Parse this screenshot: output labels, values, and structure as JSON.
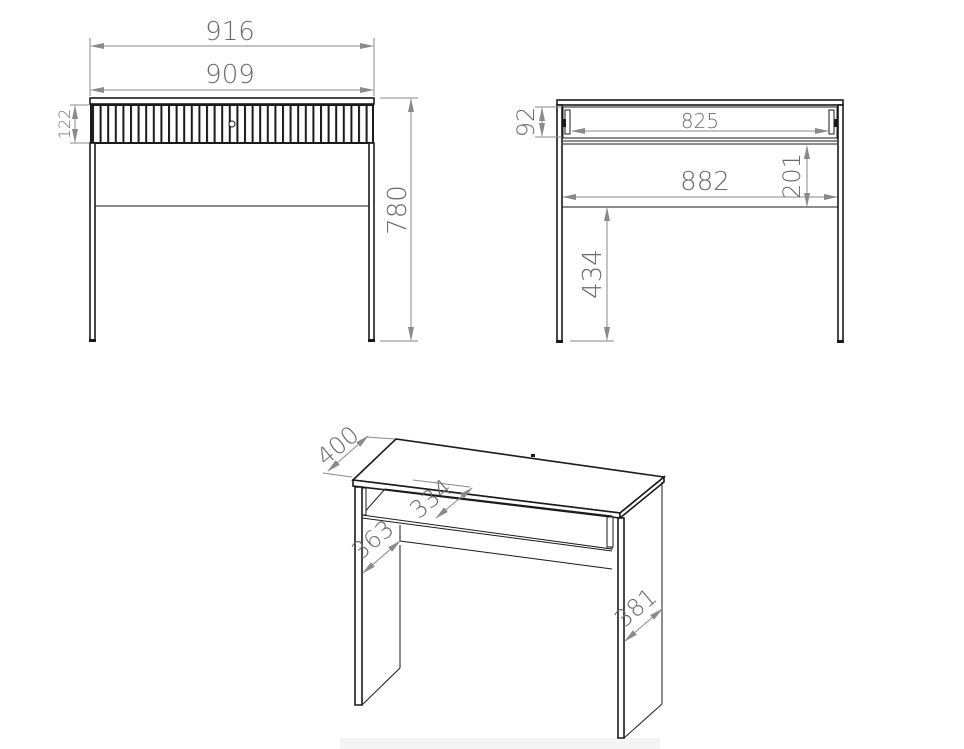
{
  "front_view": {
    "overall_width": "916",
    "top_width": "909",
    "drawer_height": "122",
    "total_height": "780"
  },
  "side_view": {
    "drawer_height": "92",
    "drawer_inner_width": "825",
    "inner_width": "882",
    "opening_height": "201",
    "lower_clearance": "434"
  },
  "iso_view": {
    "top_depth": "400",
    "drawer_depth": "334",
    "inner_leg_depth": "363",
    "leg_depth": "381"
  },
  "colors": {
    "line": "#1a1a1a",
    "dimension": "#8a8a8a",
    "dimension_text": "#6a6a6a",
    "background": "#ffffff"
  }
}
